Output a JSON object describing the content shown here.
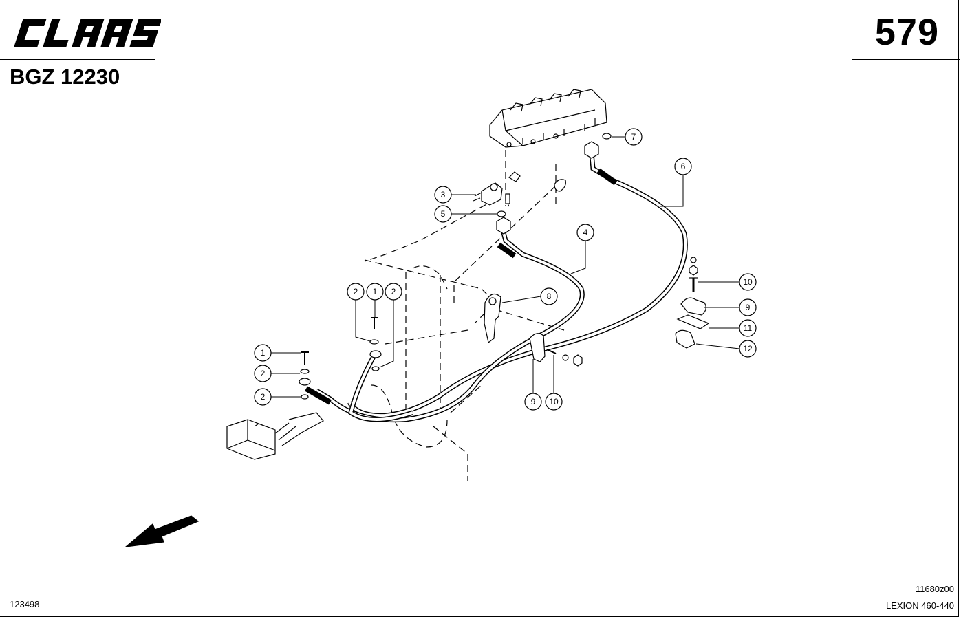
{
  "header": {
    "brand": "CLAAS",
    "page_number": "579",
    "group_code": "BGZ 12230"
  },
  "footer": {
    "document_id": "123498",
    "figure_id": "11680z00",
    "model": "LEXION 460-440"
  },
  "callouts": [
    {
      "id": "c1",
      "label": "7"
    },
    {
      "id": "c2",
      "label": "6"
    },
    {
      "id": "c3",
      "label": "3"
    },
    {
      "id": "c4",
      "label": "5"
    },
    {
      "id": "c5",
      "label": "4"
    },
    {
      "id": "c6",
      "label": "8"
    },
    {
      "id": "c7",
      "label": "2"
    },
    {
      "id": "c8",
      "label": "1"
    },
    {
      "id": "c9",
      "label": "2"
    },
    {
      "id": "c10",
      "label": "1"
    },
    {
      "id": "c11",
      "label": "2"
    },
    {
      "id": "c12",
      "label": "2"
    },
    {
      "id": "c13",
      "label": "10"
    },
    {
      "id": "c14",
      "label": "9"
    },
    {
      "id": "c15",
      "label": "11"
    },
    {
      "id": "c16",
      "label": "12"
    },
    {
      "id": "c17",
      "label": "9"
    },
    {
      "id": "c18",
      "label": "10"
    }
  ]
}
